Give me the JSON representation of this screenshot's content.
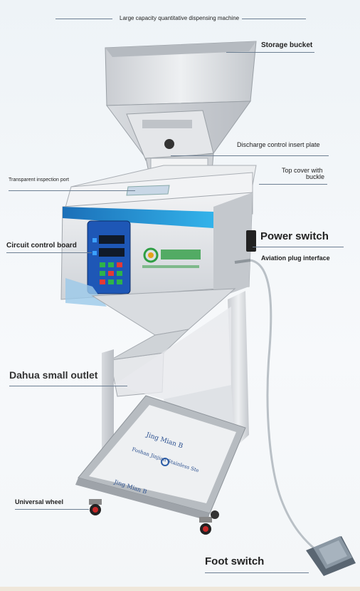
{
  "title": "Large capacity quantitative dispensing machine",
  "labels": {
    "storage_bucket": "Storage bucket",
    "discharge_plate": "Discharge control insert plate",
    "top_cover_1": "Top cover with",
    "top_cover_2": "buckle",
    "inspection_port": "Transparent inspection port",
    "circuit_board": "Circuit control board",
    "power_switch": "Power switch",
    "aviation_plug": "Aviation plug interface",
    "small_outlet": "Dahua small outlet",
    "universal_wheel": "Universal wheel",
    "foot_switch": "Foot switch"
  },
  "colors": {
    "accent": "#2a9fd8",
    "panel": "#1e57b6",
    "steel": "#dcdfe3"
  }
}
